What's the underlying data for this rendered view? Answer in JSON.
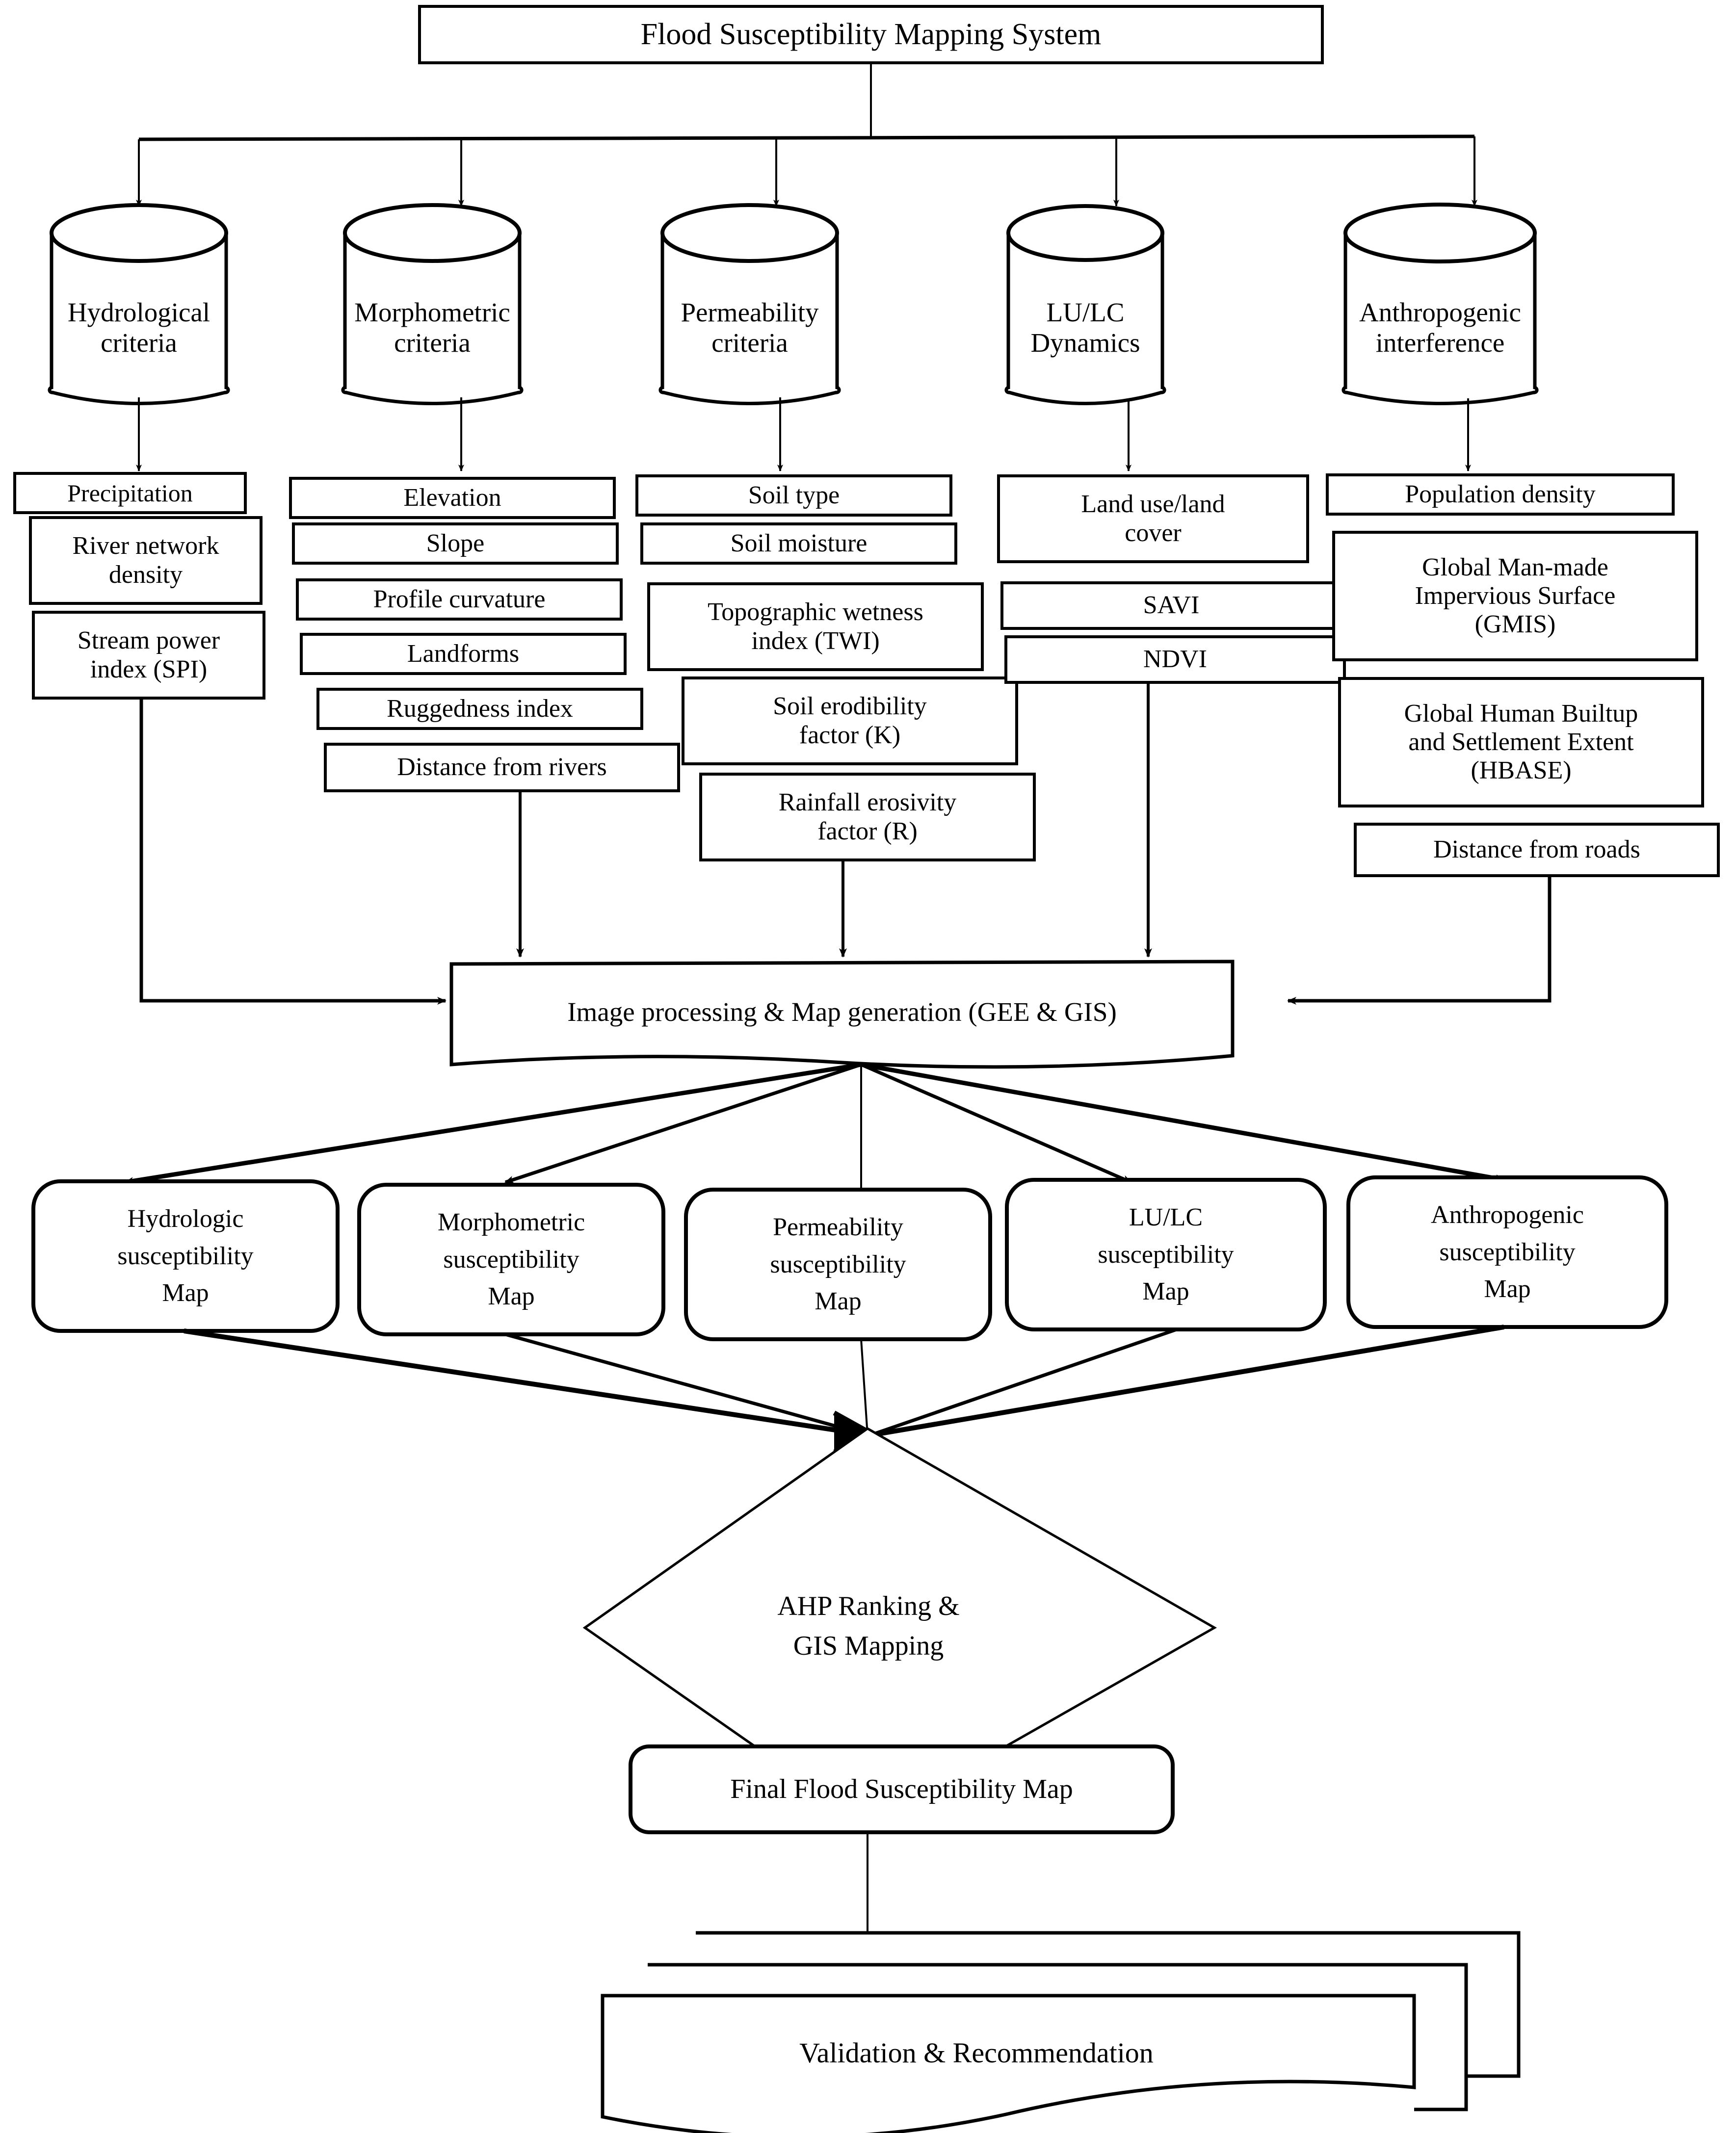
{
  "diagram": {
    "title": "Flood Susceptibility Mapping System",
    "root": {
      "label": "Flood Susceptibility Mapping System"
    },
    "criteria_sources": [
      {
        "id": "hydrological",
        "label": "Hydrological\ncriteria",
        "shape": "cylinder"
      },
      {
        "id": "morphometric",
        "label": "Morphometric\ncriteria",
        "shape": "cylinder"
      },
      {
        "id": "permeability",
        "label": "Permeability\ncriteria",
        "shape": "cylinder"
      },
      {
        "id": "lulc",
        "label": "LU/LC\nDynamics",
        "shape": "cylinder"
      },
      {
        "id": "anthropogenic",
        "label": "Anthropogenic\ninterference",
        "shape": "cylinder"
      }
    ],
    "factor_groups": [
      {
        "id": "hydrological-factors",
        "items": [
          {
            "label": "Precipitation"
          },
          {
            "label": "River network\ndensity"
          },
          {
            "label": "Stream power\nindex (SPI)"
          }
        ]
      },
      {
        "id": "morphometric-factors",
        "items": [
          {
            "label": "Elevation"
          },
          {
            "label": "Slope"
          },
          {
            "label": "Profile curvature"
          },
          {
            "label": "Landforms"
          },
          {
            "label": "Ruggedness index"
          },
          {
            "label": "Distance from rivers"
          }
        ]
      },
      {
        "id": "permeability-factors",
        "items": [
          {
            "label": "Soil type"
          },
          {
            "label": "Soil moisture"
          },
          {
            "label": "Topographic wetness\nindex (TWI)"
          },
          {
            "label": "Soil erodibility\nfactor (K)"
          },
          {
            "label": "Rainfall erosivity\nfactor (R)"
          }
        ]
      },
      {
        "id": "lulc-factors",
        "items": [
          {
            "label": "Land use/land\ncover"
          },
          {
            "label": "SAVI"
          },
          {
            "label": "NDVI"
          }
        ]
      },
      {
        "id": "anthropogenic-factors",
        "items": [
          {
            "label": "Population density"
          },
          {
            "label": "Global Man-made\nImpervious Surface\n(GMIS)"
          },
          {
            "label": "Global Human Builtup\nand Settlement Extent\n(HBASE)"
          },
          {
            "label": "Distance from roads"
          }
        ]
      }
    ],
    "processing": {
      "label": "Image processing & Map generation (GEE & GIS)"
    },
    "susceptibility_maps": [
      {
        "id": "hydrologic-map",
        "label": "Hydrologic\nsusceptibility\nMap"
      },
      {
        "id": "morphometric-map",
        "label": "Morphometric\nsusceptibility\nMap"
      },
      {
        "id": "permeability-map",
        "label": "Permeability\nsusceptibility\nMap"
      },
      {
        "id": "lulc-map",
        "label": "LU/LC\nsusceptibility\nMap"
      },
      {
        "id": "anthropogenic-map",
        "label": "Anthropogenic\nsusceptibility\nMap"
      }
    ],
    "decision": {
      "label": "AHP Ranking &\nGIS Mapping"
    },
    "final_map": {
      "label": "Final Flood Susceptibility Map"
    },
    "output_document": {
      "label": "Validation & Recommendation"
    },
    "colors": {
      "stroke": "#000000",
      "fill": "#ffffff",
      "text": "#000000"
    }
  }
}
